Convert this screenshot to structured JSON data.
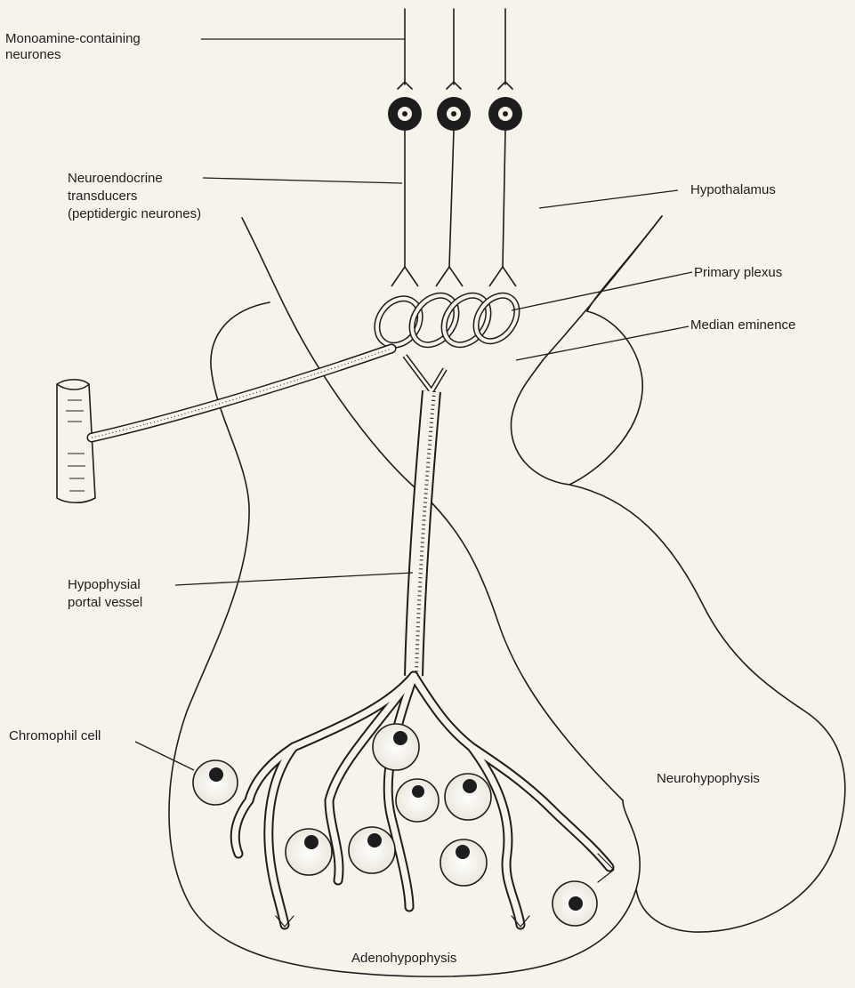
{
  "labels": {
    "monoamine_line1": "Monoamine-containing",
    "monoamine_line2": "neurones",
    "transducer_line1": "Neuroendocrine",
    "transducer_line2": "transducers",
    "transducer_line3": "(peptidergic neurones)",
    "hypothalamus": "Hypothalamus",
    "primary_plexus": "Primary plexus",
    "median_eminence": "Median eminence",
    "portal_line1": "Hypophysial",
    "portal_line2": "portal vessel",
    "chromophil_cell": "Chromophil cell",
    "neurohypophysis": "Neurohypophysis",
    "adenohypophysis": "Adenohypophysis"
  },
  "colors": {
    "ink": "#1d1d1d",
    "paper": "#f6f3ea"
  }
}
